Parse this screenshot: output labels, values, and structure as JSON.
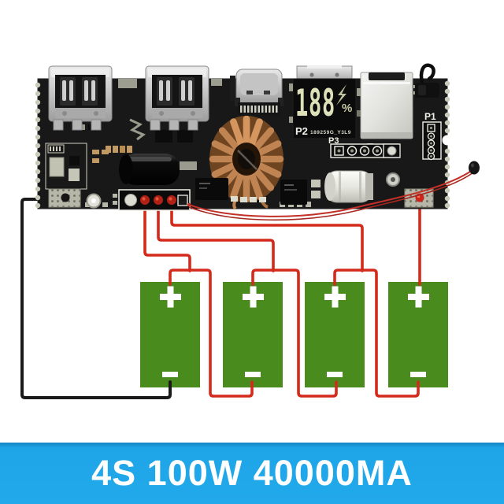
{
  "banner": {
    "text": "4S 100W 40000MA",
    "bg": "#1fa6e8",
    "fg": "#ffffff"
  },
  "board": {
    "pcb_color": "#181818",
    "silkscreen_color": "#e6e6da",
    "labels": {
      "p1": "P1",
      "p2": "P2",
      "p2_code": "189259G_Y3L9",
      "p3": "P3"
    },
    "display": {
      "digits": "188",
      "percent_symbol": "%",
      "digit_color": "#dde0b8",
      "charging_icon": "lightning-icon"
    },
    "connectors": [
      "usb-a-port-1",
      "usb-a-port-2",
      "usb-c-port",
      "micro-usb-port"
    ],
    "components": [
      "toroidal-inductor",
      "black-capacitor",
      "white-capacitor",
      "power-switch",
      "thermistor",
      "led-display",
      "b-minus-pad-grid",
      "b-plus-pad-grid",
      "balance-pad-strip"
    ]
  },
  "wiring": {
    "balance_wire_count": 3,
    "positive_wire_color": "#d42a1c",
    "negative_wire_color": "#1a1a1a",
    "thermistor_wire_color": "#c23028"
  },
  "batteries": {
    "count": 4,
    "color": "#4a8b1e",
    "positive_symbol": "+",
    "negative_symbol": "-",
    "cells": [
      {
        "name": "cell-1"
      },
      {
        "name": "cell-2"
      },
      {
        "name": "cell-3"
      },
      {
        "name": "cell-4"
      }
    ]
  }
}
